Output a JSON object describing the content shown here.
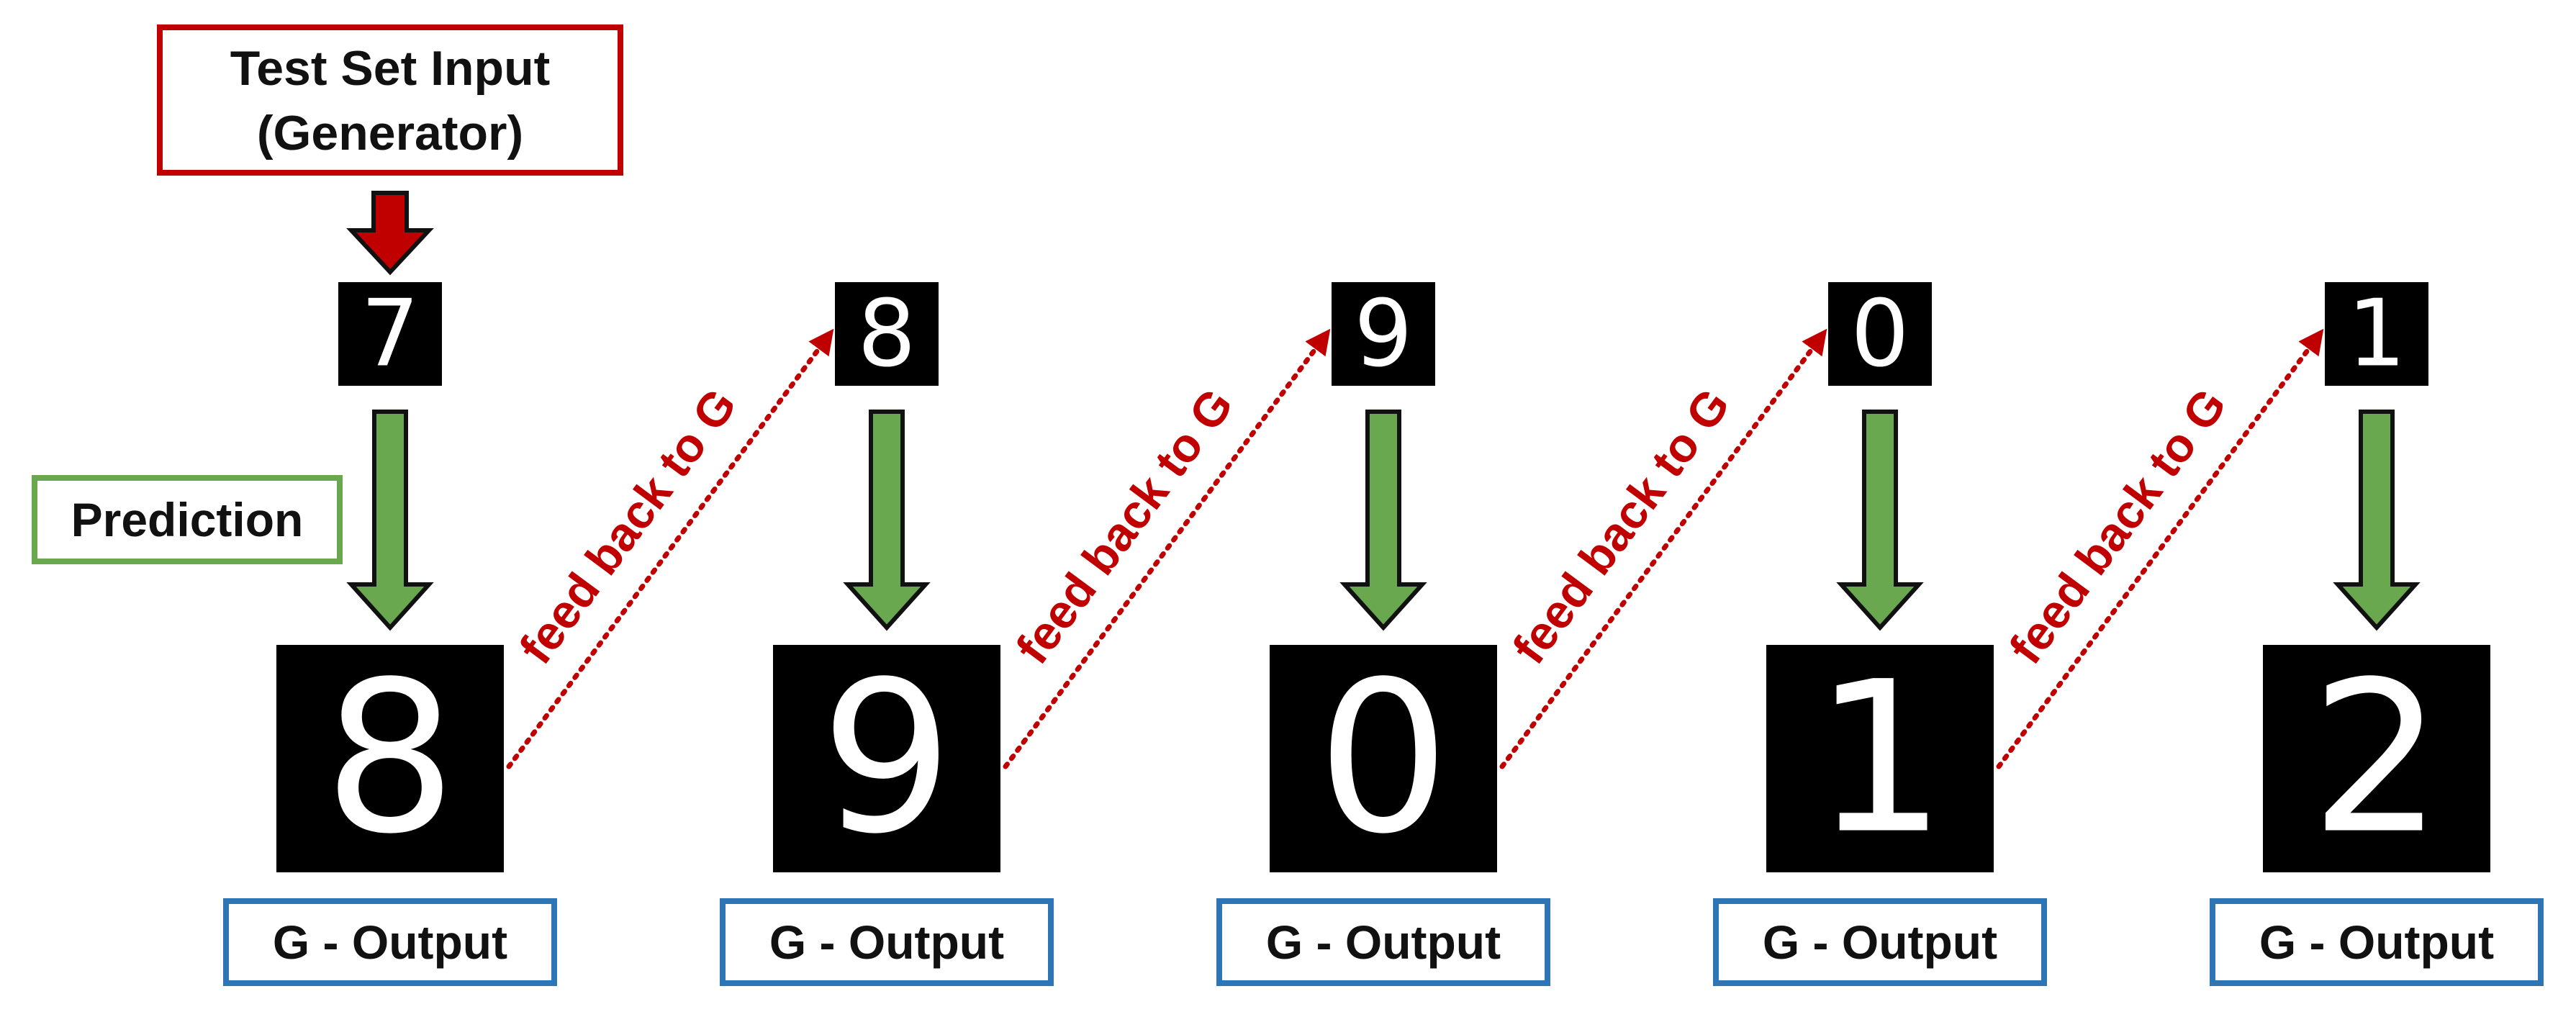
{
  "input_box": {
    "line1": "Test Set Input",
    "line2": "(Generator)"
  },
  "prediction_label": "Prediction",
  "feedback_label": "feed back to G",
  "output_label": "G - Output",
  "colors": {
    "input_border": "#c00000",
    "input_arrow": "#c00000",
    "prediction_border": "#6aa84f",
    "prediction_arrow": "#6aa84f",
    "output_border": "#2e75b6",
    "feedback": "#c00000",
    "digit_bg": "#000000",
    "digit_fg": "#ffffff"
  },
  "stages": [
    {
      "input_digit": "7",
      "output_digit": "8"
    },
    {
      "input_digit": "8",
      "output_digit": "9"
    },
    {
      "input_digit": "9",
      "output_digit": "0"
    },
    {
      "input_digit": "0",
      "output_digit": "1"
    },
    {
      "input_digit": "1",
      "output_digit": "2"
    }
  ]
}
